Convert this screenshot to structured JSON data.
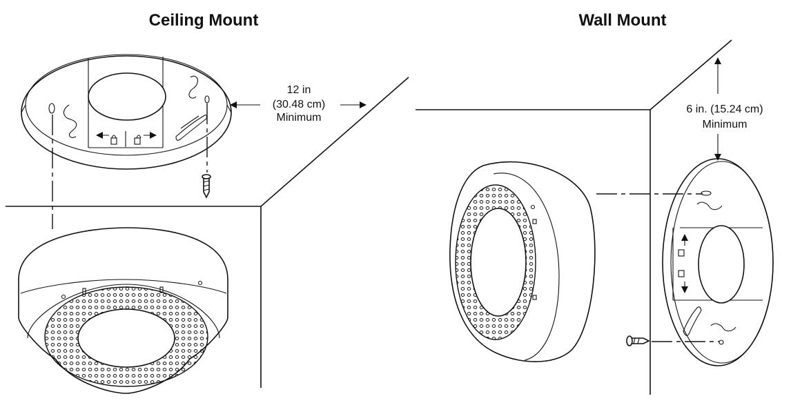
{
  "titles": {
    "ceiling": "Ceiling Mount",
    "wall": "Wall Mount"
  },
  "ceiling_clearance": {
    "line1": "12 in",
    "line2": "(30.48 cm)",
    "line3": "Minimum"
  },
  "wall_clearance": {
    "line1": "6 in. (15.24 cm)",
    "line2": "Minimum"
  }
}
